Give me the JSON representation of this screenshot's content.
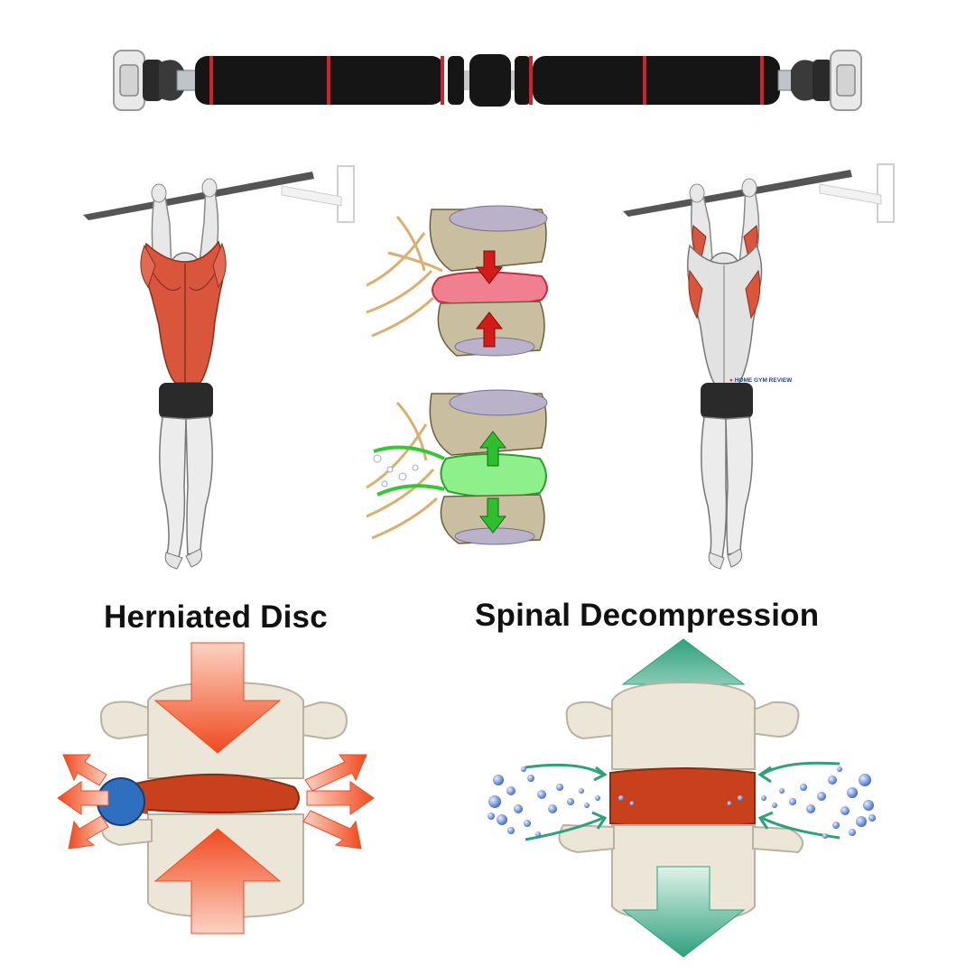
{
  "headings": {
    "herniated": "Herniated Disc",
    "decompression": "Spinal Decompression"
  },
  "watermark": {
    "brand": "HOME GYM REVIEW"
  },
  "colors": {
    "bar_foam": "#151515",
    "bar_ring": "#d0212e",
    "muscle": "#d9553c",
    "compress_arrow": "#f04a1f",
    "disc": "#c9401c",
    "herniation": "#2f6fc0",
    "decompress_arrow": "#2fa07c",
    "bone": "#ece6d8",
    "nerve": "#d9b070",
    "detail_red_arrow": "#d51a1a",
    "detail_green_arrow": "#2dbf2d"
  },
  "icons": {
    "bar": "pull-up-bar-icon",
    "hanging_figure": "hanging-figure-icon",
    "arrow": "arrow-icon",
    "fluid": "fluid-bubbles-icon"
  }
}
